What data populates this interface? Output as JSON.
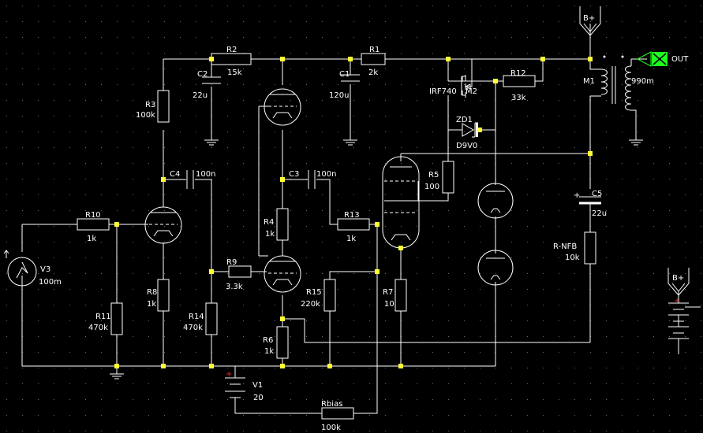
{
  "schematic": {
    "colors": {
      "background": "#000000",
      "wire": "#ffffff",
      "node": "#ffff33",
      "grid": "#6a6a6a",
      "polarity": "#ff2020",
      "out_port": "#1eff1e"
    },
    "components": [
      {
        "ref": "R2",
        "value": "15k"
      },
      {
        "ref": "R1",
        "value": "2k"
      },
      {
        "ref": "R12",
        "value": "33k"
      },
      {
        "ref": "R3",
        "value": "100k"
      },
      {
        "ref": "C2",
        "value": "22u"
      },
      {
        "ref": "C1",
        "value": "120u"
      },
      {
        "ref": "M2",
        "value": "IRF740"
      },
      {
        "ref": "ZD1",
        "value": "D9V0"
      },
      {
        "ref": "R5",
        "value": "100"
      },
      {
        "ref": "C4",
        "value": "100n"
      },
      {
        "ref": "C3",
        "value": "100n"
      },
      {
        "ref": "R4",
        "value": "1k"
      },
      {
        "ref": "R10",
        "value": "1k"
      },
      {
        "ref": "R13",
        "value": "1k"
      },
      {
        "ref": "R9",
        "value": "3.3k"
      },
      {
        "ref": "R8",
        "value": "1k"
      },
      {
        "ref": "R11",
        "value": "470k"
      },
      {
        "ref": "R14",
        "value": "470k"
      },
      {
        "ref": "R15",
        "value": "220k"
      },
      {
        "ref": "R7",
        "value": "10"
      },
      {
        "ref": "R6",
        "value": "1k"
      },
      {
        "ref": "V3",
        "value": "100m"
      },
      {
        "ref": "V1",
        "value": "20"
      },
      {
        "ref": "Rbias",
        "value": "100k"
      },
      {
        "ref": "M1",
        "value": "990m"
      },
      {
        "ref": "C5",
        "value": "22u"
      },
      {
        "ref": "R-NFB",
        "value": "10k"
      }
    ],
    "power_labels": {
      "top": "B+",
      "right": "B+"
    },
    "out_label": "OUT"
  }
}
